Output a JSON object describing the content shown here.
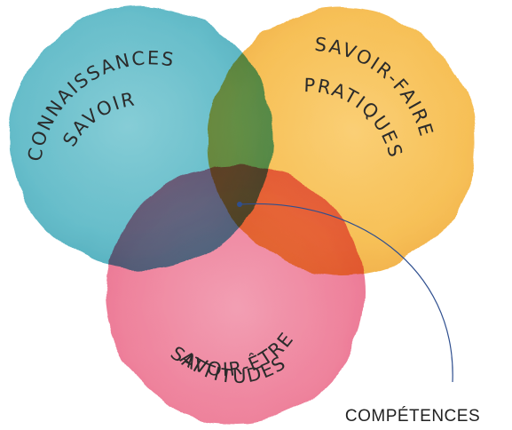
{
  "circles": {
    "connaissances": {
      "line1": "CONNAISSANCES",
      "line2": "SAVOIR",
      "color": "#5ab8c6"
    },
    "savoir_faire": {
      "line1": "SAVOIR-FAIRE",
      "line2": "PRATIQUES",
      "color": "#f5b740"
    },
    "savoir_etre": {
      "line1": "SAVOIR-ÊTRE",
      "line2": "ATTITUDES",
      "color": "#ec6e8c"
    }
  },
  "center": {
    "label": "COMPÉTENCES",
    "connector_color": "#2f4f8f"
  }
}
